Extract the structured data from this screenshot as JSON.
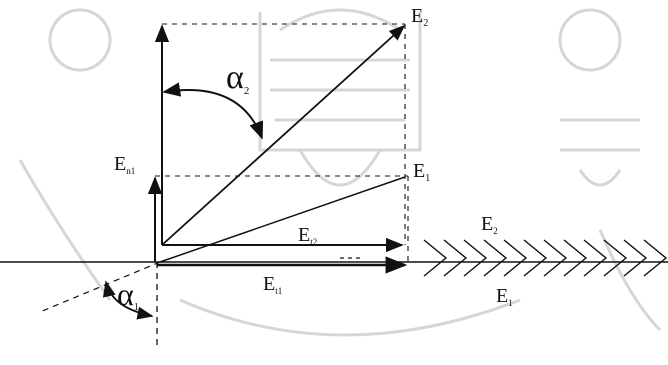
{
  "labels": {
    "e2_main": "E",
    "e2_main_sub": "2",
    "e1_main": "E",
    "e1_main_sub": "1",
    "alpha2": "α",
    "alpha2_sub": "2",
    "alpha1": "α",
    "alpha1_sub": "1",
    "en1_vert": "E",
    "en1_vert_sub": "n1",
    "et2": "E",
    "et2_sub": "t2",
    "et1": "E",
    "et1_sub": "t1",
    "e2_right": "E",
    "e2_right_sub": "2",
    "e1_right": "E",
    "e1_right_sub": "1"
  },
  "colors": {
    "ink": "#111111",
    "watermark": "#d6d6d6"
  }
}
